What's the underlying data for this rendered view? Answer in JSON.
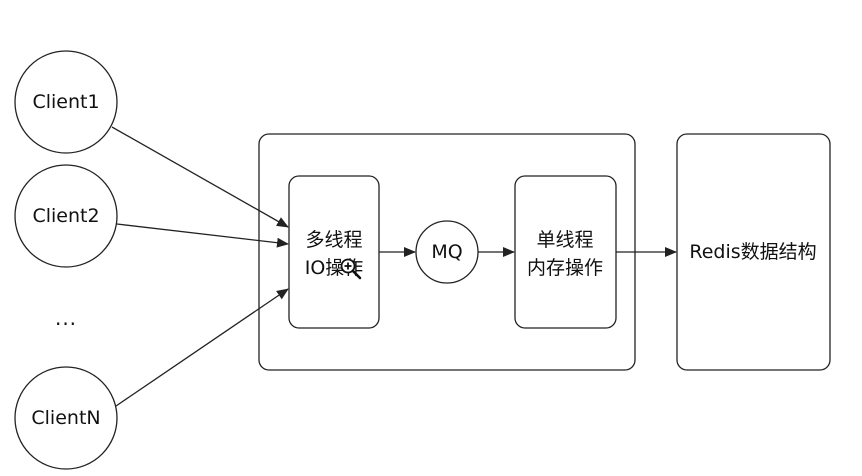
{
  "clients": [
    {
      "label": "Client1"
    },
    {
      "label": "Client2"
    },
    {
      "label": "ClientN"
    }
  ],
  "ellipsis": "...",
  "io_box": {
    "line1": "多线程",
    "line2": "IO操作"
  },
  "mq": {
    "label": "MQ"
  },
  "mem_box": {
    "line1": "单线程",
    "line2": "内存操作"
  },
  "redis_box": {
    "label": "Redis数据结构"
  },
  "colors": {
    "stroke": "#222222",
    "text": "#111111",
    "background": "#ffffff"
  },
  "cursor_icon": "zoom-in-cursor-icon"
}
